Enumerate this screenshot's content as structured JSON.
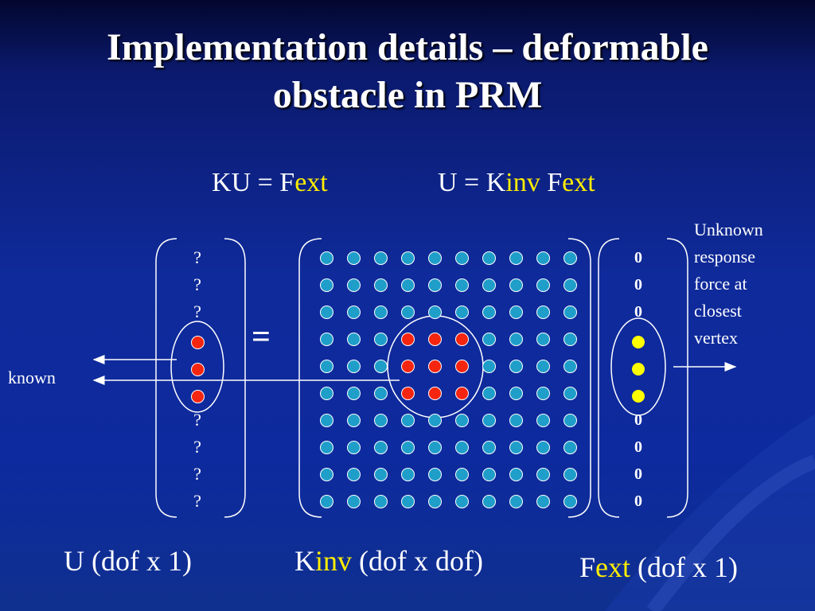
{
  "slide": {
    "title_line1": "Implementation details – deformable",
    "title_line2": "obstacle in PRM"
  },
  "equations": {
    "eq1": {
      "K": "K",
      "U": "U = ",
      "F": "F",
      "ext": "ext"
    },
    "eq2": {
      "U": "U = ",
      "K": "K",
      "inv": "inv",
      "F": " F",
      "ext": "ext"
    }
  },
  "matrix": {
    "rows": 10,
    "cols": 10,
    "highlight_rows": [
      4,
      5,
      6
    ],
    "highlight_cols": [
      4,
      5,
      6
    ],
    "equals_sign": "="
  },
  "u_vector": {
    "entries": [
      "?",
      "?",
      "?",
      "",
      "",
      "",
      "?",
      "?",
      "?",
      "?"
    ],
    "known_rows": [
      4,
      5,
      6
    ]
  },
  "f_vector": {
    "entries": [
      "0",
      "0",
      "0",
      "",
      "",
      "",
      "0",
      "0",
      "0",
      "0"
    ],
    "force_rows": [
      4,
      5,
      6
    ]
  },
  "annotations": {
    "known": "known",
    "unknown_force": [
      "Unknown",
      "response",
      "force at",
      "closest",
      "vertex"
    ]
  },
  "labels": {
    "u_label": "U (dof x 1)",
    "k_label": {
      "K": "K",
      "inv": "inv",
      "rest": " (dof x dof)"
    },
    "f_label": {
      "F": "F",
      "ext": "ext",
      "rest": " (dof x 1)"
    }
  },
  "colors": {
    "background": "#0f2a9a",
    "blue_node": "#1f9ec9",
    "red_node": "#f5250f",
    "yellow_node": "#ffff00",
    "highlight_text": "#ffee00"
  }
}
